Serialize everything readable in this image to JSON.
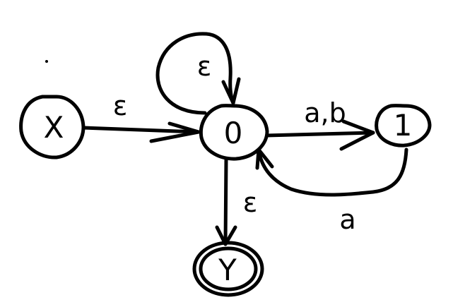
{
  "diagram": {
    "type": "finite-automaton",
    "states": [
      {
        "id": "X",
        "label": "X"
      },
      {
        "id": "0",
        "label": "0"
      },
      {
        "id": "1",
        "label": "1"
      },
      {
        "id": "Y",
        "label": "Y"
      }
    ],
    "transitions": [
      {
        "from": "X",
        "to": "0",
        "label": "ε"
      },
      {
        "from": "0",
        "to": "0",
        "label": "ε"
      },
      {
        "from": "0",
        "to": "1",
        "label": "a,b"
      },
      {
        "from": "1",
        "to": "0",
        "label": "a"
      },
      {
        "from": "0",
        "to": "Y",
        "label": "ε"
      }
    ],
    "colors": {
      "ink": "#000000",
      "background": "#ffffff"
    }
  }
}
